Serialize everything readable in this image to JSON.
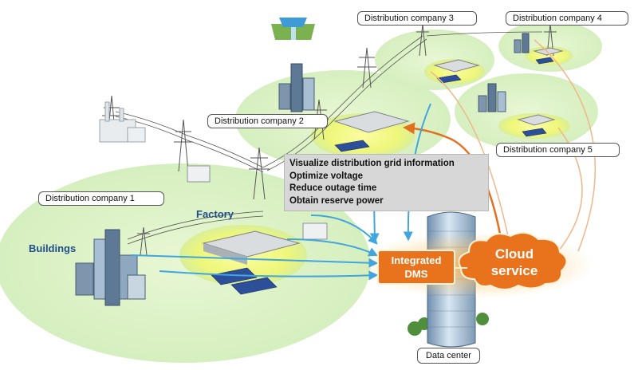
{
  "labels": {
    "company1": "Distribution company 1",
    "company2": "Distribution company 2",
    "company3": "Distribution company 3",
    "company4": "Distribution company 4",
    "company5": "Distribution company 5",
    "factory": "Factory",
    "buildings": "Buildings",
    "data_center": "Data center"
  },
  "info_box": {
    "line1": "Visualize distribution grid information",
    "line2": "Optimize voltage",
    "line3": "Reduce outage time",
    "line4": "Obtain reserve power"
  },
  "dms": {
    "line1": "Integrated",
    "line2": "DMS"
  },
  "cloud": {
    "line1": "Cloud",
    "line2": "service"
  },
  "colors": {
    "zone_fill": "#dff3c8",
    "zone_center": "#f1f98a",
    "dms_orange": "#e8731c",
    "flow_blue": "#41a6de",
    "link_orange": "#e2701f",
    "label_blue": "#1f4e8c"
  }
}
